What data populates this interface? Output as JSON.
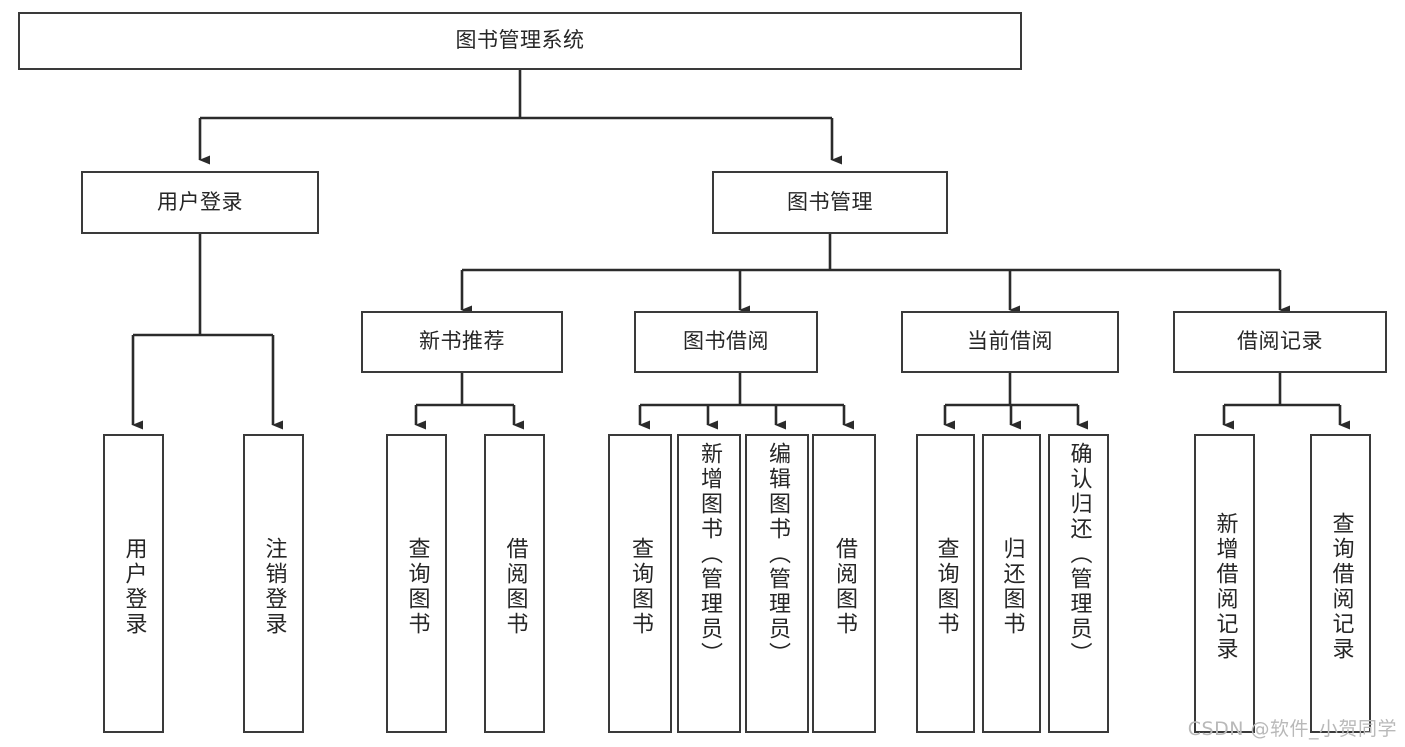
{
  "diagram": {
    "title": "图书管理系统",
    "type": "hierarchy-tree",
    "watermark": "CSDN @软件_小贺同学",
    "colors": {
      "box_border": "#3a3a3a",
      "box_fill": "#ffffff",
      "connector": "#2b2b2b",
      "text": "#262626",
      "watermark": "#b9b9b9",
      "background": "#ffffff"
    },
    "levels": {
      "root": {
        "label": "图书管理系统"
      },
      "level2": [
        {
          "label": "用户登录"
        },
        {
          "label": "图书管理"
        }
      ],
      "level3": [
        {
          "label": "新书推荐"
        },
        {
          "label": "图书借阅"
        },
        {
          "label": "当前借阅"
        },
        {
          "label": "借阅记录"
        }
      ],
      "leaves": {
        "user_login": [
          {
            "label": "用户登录"
          },
          {
            "label": "注销登录"
          }
        ],
        "new_book_recommend": [
          {
            "label": "查询图书"
          },
          {
            "label": "借阅图书"
          }
        ],
        "book_borrow": [
          {
            "label": "查询图书"
          },
          {
            "label": "新增图书（管理员）"
          },
          {
            "label": "编辑图书（管理员）"
          },
          {
            "label": "借阅图书"
          }
        ],
        "current_borrow": [
          {
            "label": "查询图书"
          },
          {
            "label": "归还图书"
          },
          {
            "label": "确认归还（管理员）"
          }
        ],
        "borrow_record": [
          {
            "label": "新增借阅记录"
          },
          {
            "label": "查询借阅记录"
          }
        ]
      }
    }
  }
}
